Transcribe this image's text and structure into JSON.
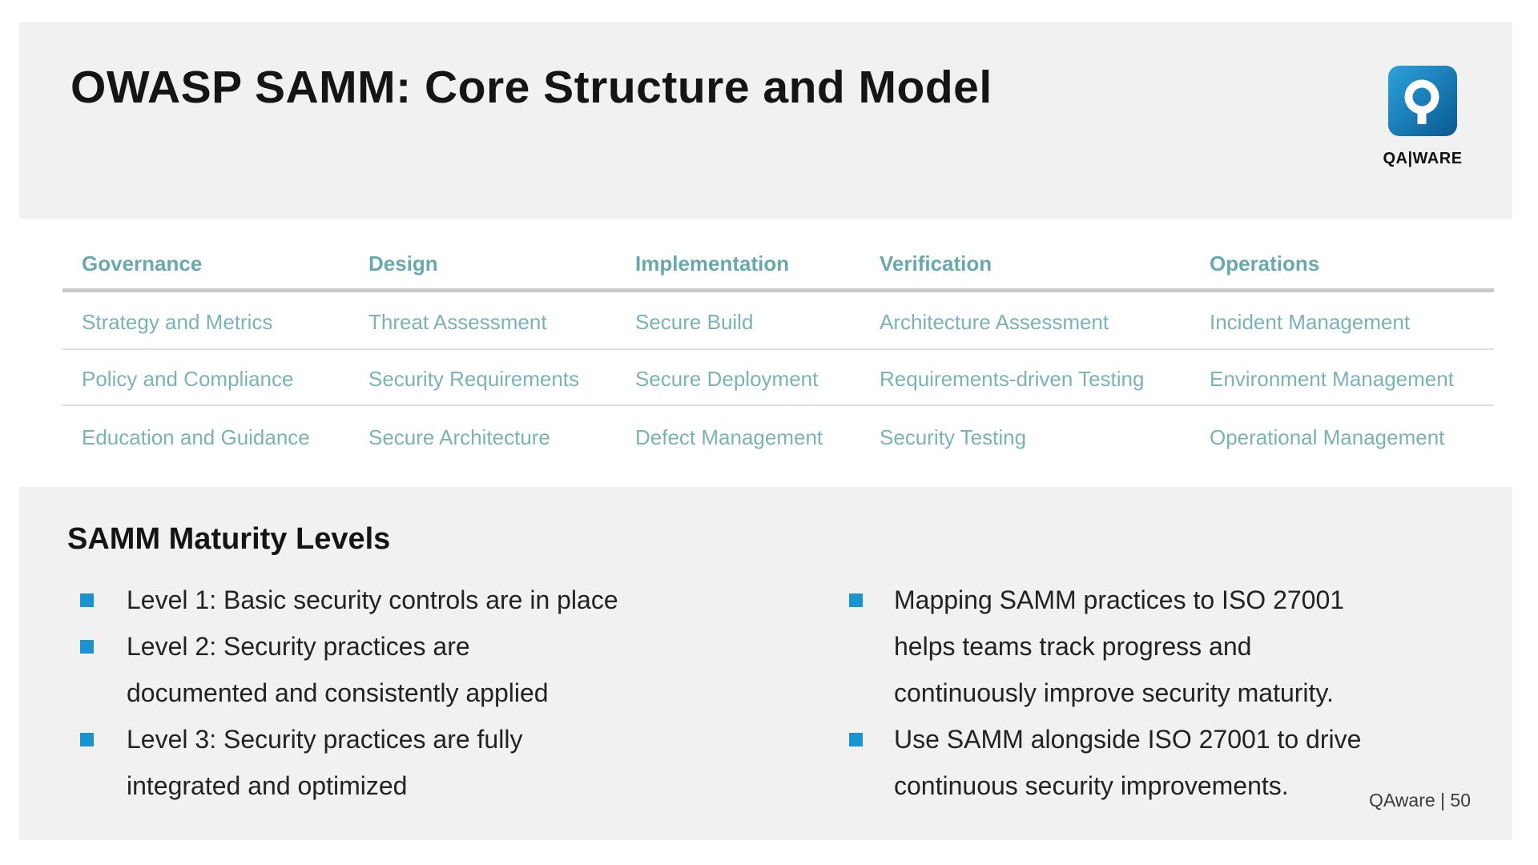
{
  "slide": {
    "title": "OWASP SAMM: Core Structure and Model",
    "logo": {
      "wordmark": "QA|WARE",
      "icon": "qaware-q-icon",
      "gradient_top": "#2ba3de",
      "gradient_bottom": "#0a588f"
    },
    "practice_table": {
      "columns": [
        "Governance",
        "Design",
        "Implementation",
        "Verification",
        "Operations"
      ],
      "rows": [
        [
          "Strategy and Metrics",
          "Threat Assessment",
          "Secure Build",
          "Architecture Assessment",
          "Incident Management"
        ],
        [
          "Policy and Compliance",
          "Security Requirements",
          "Secure Deployment",
          "Requirements-driven Testing",
          "Environment Management"
        ],
        [
          "Education and Guidance",
          "Secure Architecture",
          "Defect Management",
          "Security Testing",
          "Operational Management"
        ]
      ]
    },
    "maturity": {
      "heading": "SAMM Maturity Levels",
      "left_bullets": [
        {
          "lines": [
            "Level 1: Basic security controls are in place"
          ]
        },
        {
          "lines": [
            "Level 2: Security practices are",
            "documented and consistently applied"
          ]
        },
        {
          "lines": [
            "Level 3: Security practices are fully",
            "integrated and optimized"
          ]
        }
      ],
      "right_bullets": [
        {
          "lines": [
            "Mapping SAMM practices to ISO 27001",
            "helps teams track progress and",
            "continuously improve security maturity."
          ]
        },
        {
          "lines": [
            "Use SAMM alongside ISO 27001 to drive",
            "continuous security improvements."
          ]
        }
      ]
    },
    "footer": "QAware | 50",
    "colors": {
      "band_gray": "#f1f1f1",
      "table_header_teal": "#67a9ad",
      "table_cell_teal": "#7ab3b6",
      "bullet_blue": "#1b93d0"
    }
  }
}
